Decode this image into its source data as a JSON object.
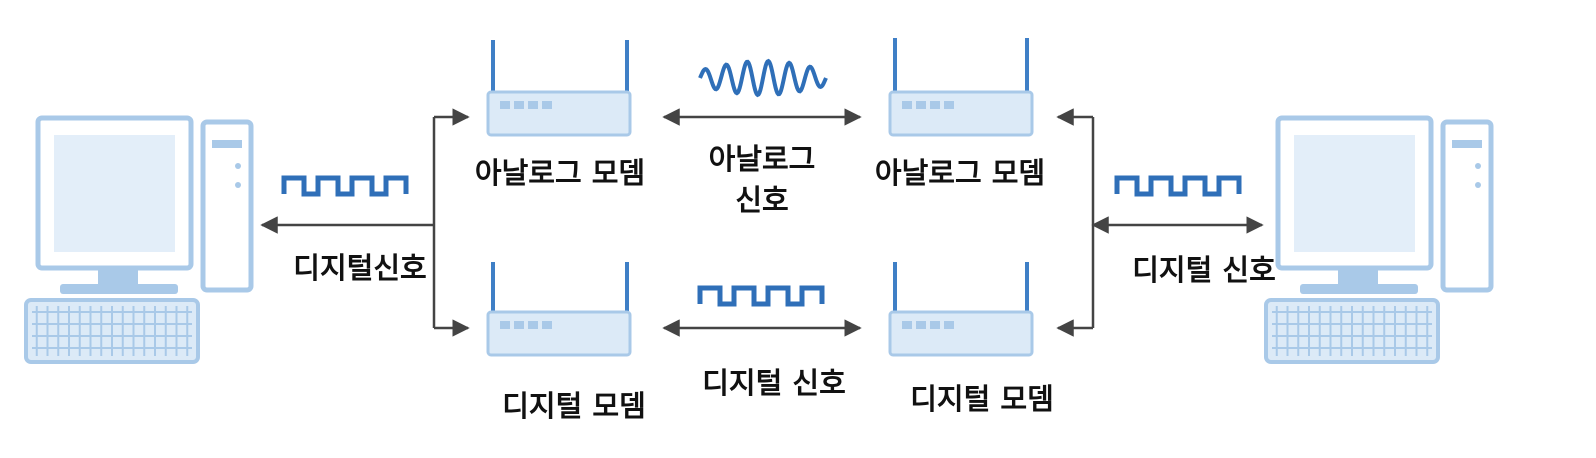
{
  "colors": {
    "device_stroke": "#a9c9e8",
    "device_fill": "#dceaf7",
    "screen_fill": "#e3eef9",
    "antenna": "#3f7fc6",
    "signal": "#2f6fb8",
    "arrow": "#444444",
    "text": "#111111"
  },
  "icons": {
    "left_pc": "desktop-computer-icon",
    "right_pc": "desktop-computer-icon",
    "modem": "router-modem-icon",
    "analog_wave": "sine-wave-icon",
    "digital_wave": "square-wave-icon"
  },
  "labels": {
    "analog_modem_left": "아날로그 모뎀",
    "analog_signal_line1": "아날로그",
    "analog_signal_line2": "신호",
    "analog_modem_right": "아날로그 모뎀",
    "digital_signal_left": "디지털신호",
    "digital_signal_right": "디지털 신호",
    "digital_modem_left": "디지털 모뎀",
    "digital_signal_middle": "디지털 신호",
    "digital_modem_right": "디지털 모뎀"
  }
}
